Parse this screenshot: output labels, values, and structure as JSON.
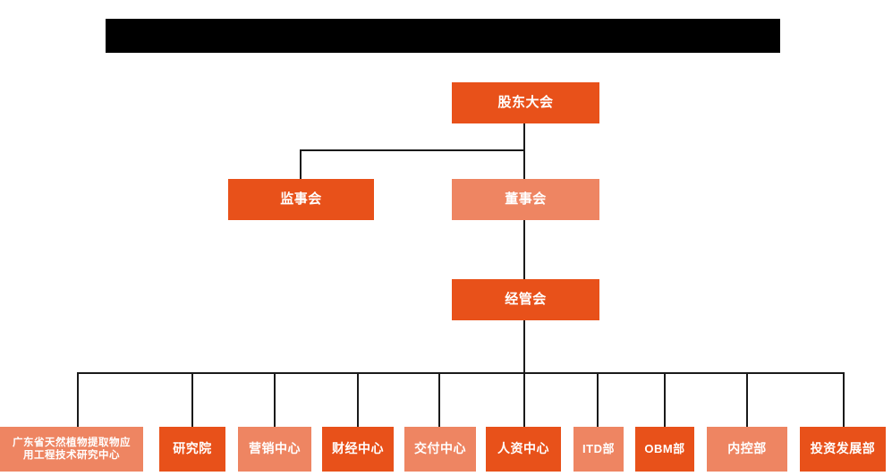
{
  "chart_data": {
    "type": "diagram",
    "diagram_type": "organization-chart",
    "title": "",
    "orientation": "top-down",
    "palette": {
      "accent_dark": "#e8511a",
      "accent_light": "#ee8562",
      "connector": "#1a1a1a",
      "background": "#ffffff",
      "redaction": "#000000",
      "node_text": "#ffffff"
    },
    "nodes": [
      {
        "id": "n1",
        "label": "股东大会",
        "level": 0,
        "tone": "dark"
      },
      {
        "id": "n2",
        "label": "监事会",
        "level": 1,
        "tone": "dark"
      },
      {
        "id": "n3",
        "label": "董事会",
        "level": 1,
        "tone": "light"
      },
      {
        "id": "n4",
        "label": "经管会",
        "level": 2,
        "tone": "dark"
      },
      {
        "id": "d1",
        "label": "广东省天然植物提取物应\n用工程技术研究中心",
        "level": 3,
        "tone": "light"
      },
      {
        "id": "d2",
        "label": "研究院",
        "level": 3,
        "tone": "dark"
      },
      {
        "id": "d3",
        "label": "营销中心",
        "level": 3,
        "tone": "light"
      },
      {
        "id": "d4",
        "label": "财经中心",
        "level": 3,
        "tone": "dark"
      },
      {
        "id": "d5",
        "label": "交付中心",
        "level": 3,
        "tone": "light"
      },
      {
        "id": "d6",
        "label": "人资中心",
        "level": 3,
        "tone": "dark"
      },
      {
        "id": "d7",
        "label": "ITD部",
        "level": 3,
        "tone": "light"
      },
      {
        "id": "d8",
        "label": "OBM部",
        "level": 3,
        "tone": "dark"
      },
      {
        "id": "d9",
        "label": "内控部",
        "level": 3,
        "tone": "light"
      },
      {
        "id": "d10",
        "label": "投资发展部",
        "level": 3,
        "tone": "dark"
      }
    ],
    "edges": [
      {
        "from": "n1",
        "to": "n2"
      },
      {
        "from": "n1",
        "to": "n3"
      },
      {
        "from": "n3",
        "to": "n4"
      },
      {
        "from": "n4",
        "to": "d1"
      },
      {
        "from": "n4",
        "to": "d2"
      },
      {
        "from": "n4",
        "to": "d3"
      },
      {
        "from": "n4",
        "to": "d4"
      },
      {
        "from": "n4",
        "to": "d5"
      },
      {
        "from": "n4",
        "to": "d6"
      },
      {
        "from": "n4",
        "to": "d7"
      },
      {
        "from": "n4",
        "to": "d8"
      },
      {
        "from": "n4",
        "to": "d9"
      },
      {
        "from": "n4",
        "to": "d10"
      }
    ]
  },
  "chart": {
    "redaction_label": "",
    "nodes": {
      "shareholders_meeting": "股东大会",
      "board_of_supervisors": "监事会",
      "board_of_directors": "董事会",
      "management_committee": "经管会",
      "dept_1": "广东省天然植物提取物应\n用工程技术研究中心",
      "dept_2": "研究院",
      "dept_3": "营销中心",
      "dept_4": "财经中心",
      "dept_5": "交付中心",
      "dept_6": "人资中心",
      "dept_7": "ITD部",
      "dept_8": "OBM部",
      "dept_9": "内控部",
      "dept_10": "投资发展部"
    }
  }
}
